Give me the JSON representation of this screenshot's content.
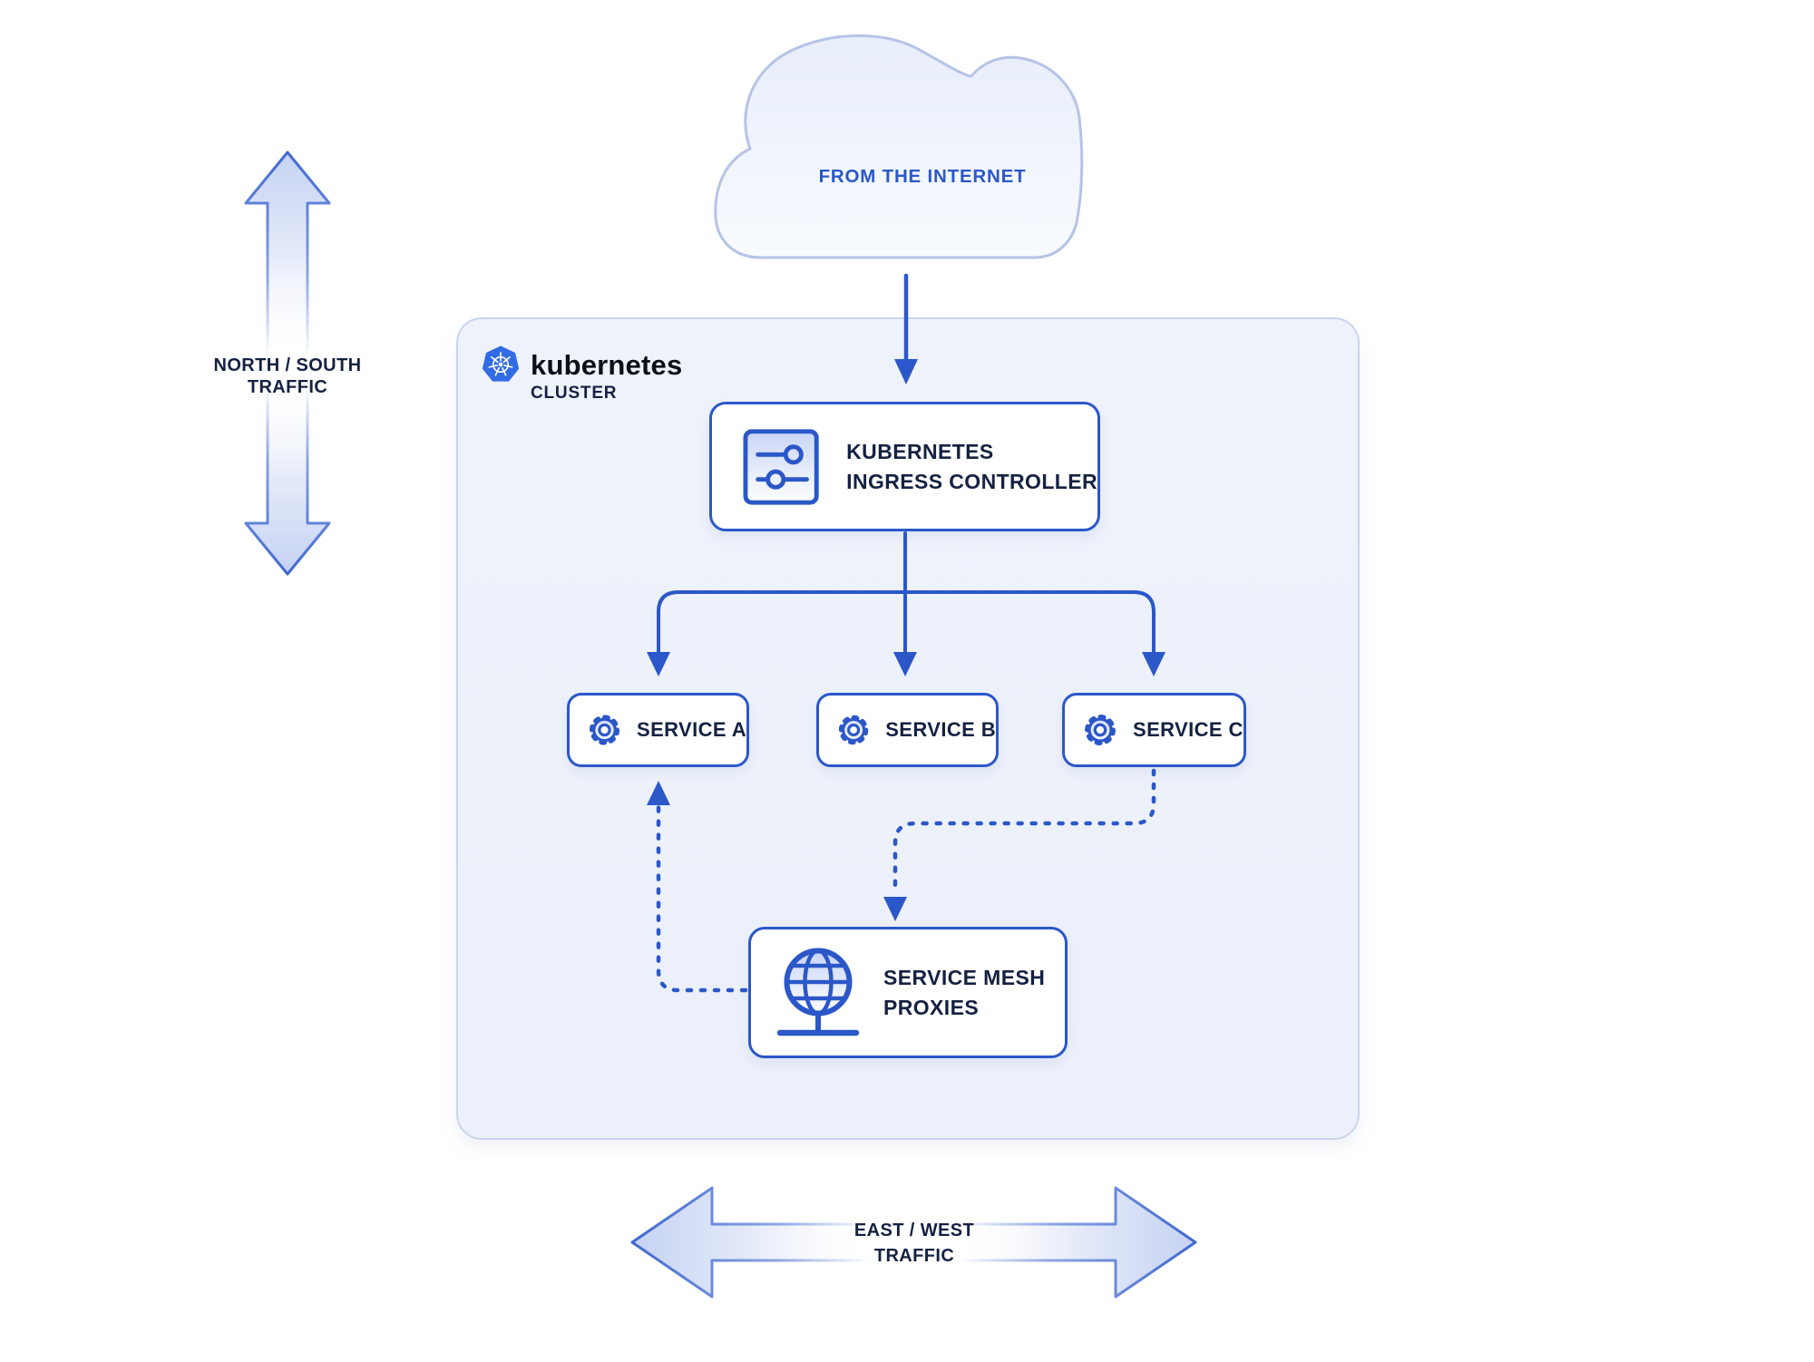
{
  "diagram": {
    "internet_cloud": {
      "label": "FROM THE INTERNET",
      "icon": "cloud-shape"
    },
    "north_south_traffic": {
      "line1": "NORTH / SOUTH",
      "line2": "TRAFFIC",
      "icon": "vertical-double-arrow"
    },
    "east_west_traffic": {
      "line1": "EAST / WEST",
      "line2": "TRAFFIC",
      "icon": "horizontal-double-arrow"
    },
    "cluster": {
      "brand": "kubernetes",
      "label": "CLUSTER",
      "icon": "kubernetes-helm-logo"
    },
    "ingress_controller": {
      "line1": "KUBERNETES",
      "line2": "INGRESS CONTROLLER",
      "icon": "sliders-icon"
    },
    "services": [
      {
        "label": "SERVICE A",
        "icon": "gear-icon"
      },
      {
        "label": "SERVICE B",
        "icon": "gear-icon"
      },
      {
        "label": "SERVICE C",
        "icon": "gear-icon"
      }
    ],
    "service_mesh": {
      "line1": "SERVICE MESH",
      "line2": "PROXIES",
      "icon": "globe-icon"
    }
  },
  "colors": {
    "accent": "#2b57c8",
    "navy_text": "#142141",
    "brand_text": "#0c0f17",
    "k8s_blue": "#326ce5",
    "cluster_fill": "#edf1fa",
    "cluster_border": "#c9d4ee",
    "cloud_border": "#b5c3e6",
    "big_arrow_fill": "#c5d2f3",
    "big_arrow_border": "#3f68d0"
  }
}
